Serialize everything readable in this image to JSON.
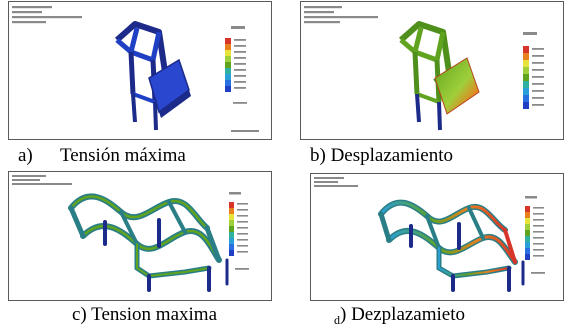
{
  "panels": [
    {
      "id": "a",
      "kind": "stress",
      "captions": {
        "letter": "a)",
        "title": "Tensión máxima"
      }
    },
    {
      "id": "b",
      "kind": "displacement",
      "captions": {
        "text": "b) Desplazamiento"
      }
    },
    {
      "id": "c",
      "kind": "stress",
      "captions": {
        "text": "c) Tension maxima"
      }
    },
    {
      "id": "d",
      "kind": "displacement",
      "captions": {
        "letter": "d",
        "rest": ") Dezplazamieto"
      }
    }
  ],
  "colors": {
    "blue": "#1f3fc4",
    "dark_blue": "#1c2a8a",
    "green": "#5fa31f",
    "teal": "#2a7f86",
    "red": "#d8352a",
    "orange": "#e8801e",
    "yellow": "#e6e33a",
    "border": "#5a5a5a"
  }
}
